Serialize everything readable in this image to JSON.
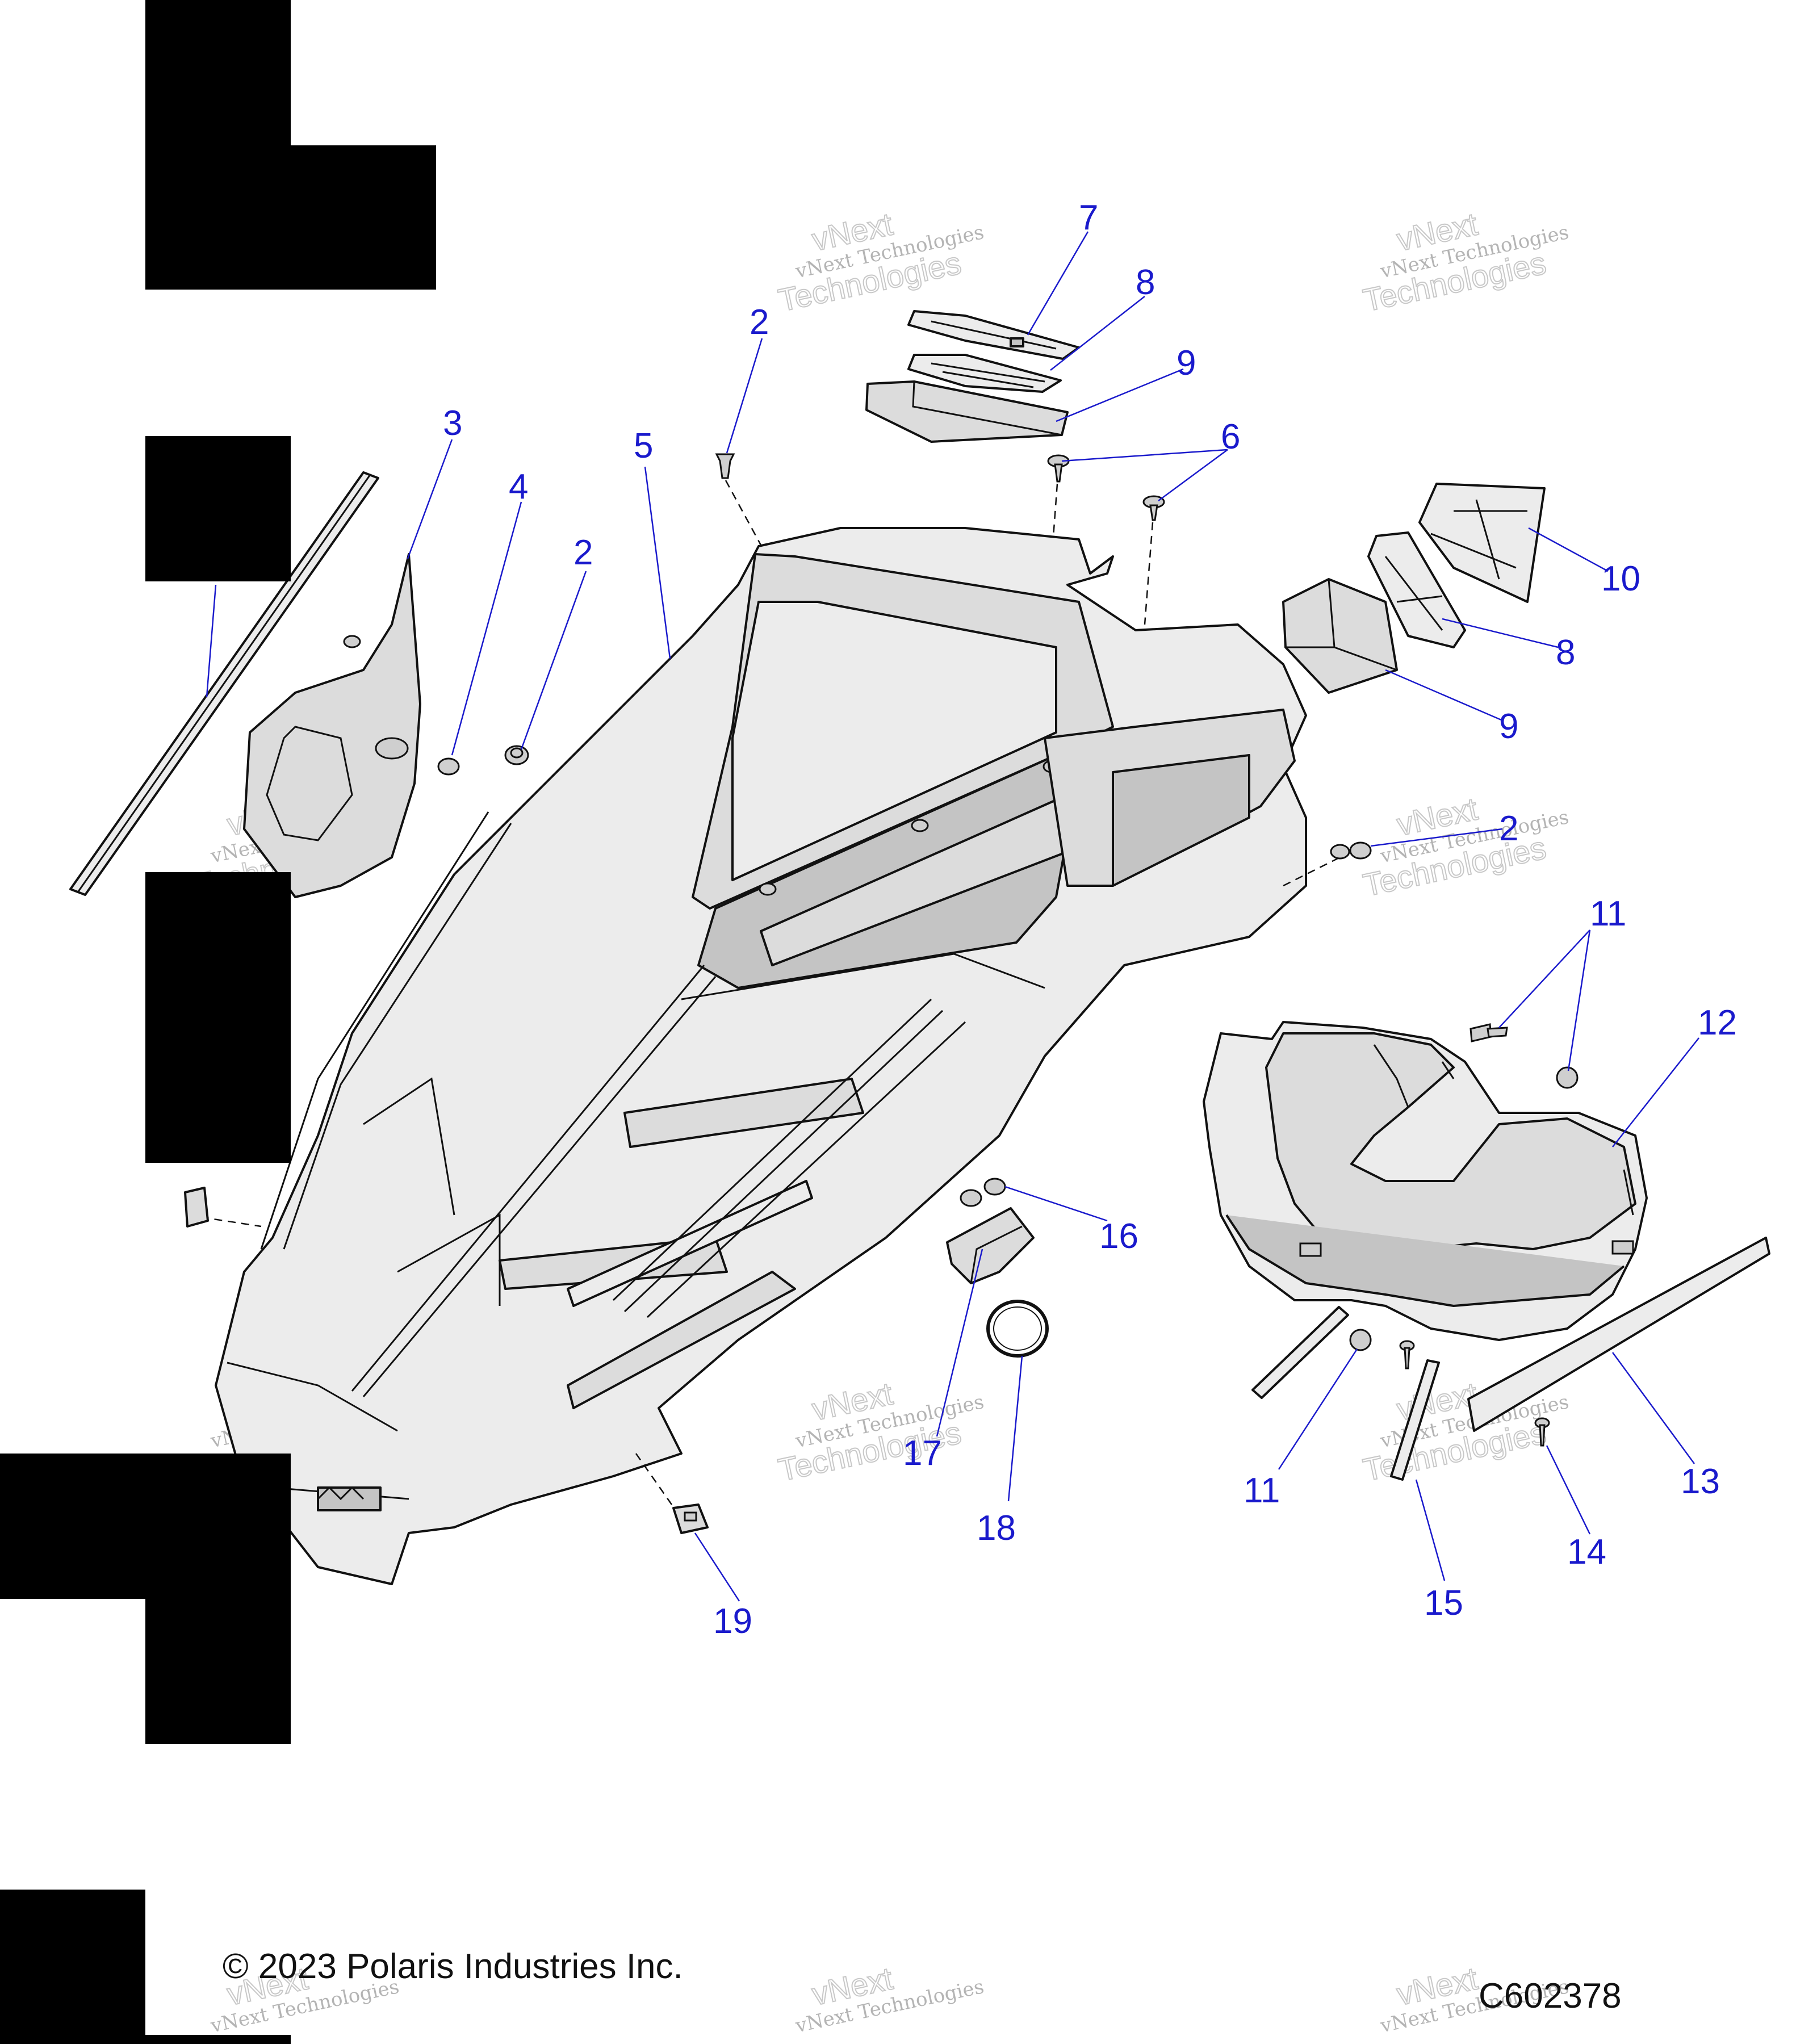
{
  "diagram": {
    "footer": {
      "copyright": "© 2023 Polaris Industries Inc.",
      "drawing_id": "C602378"
    },
    "watermark": {
      "line1": "vNext Technologies",
      "line2": "vNext",
      "line3": "Technologies"
    },
    "callouts": [
      {
        "id": "c7",
        "label": "7"
      },
      {
        "id": "c8a",
        "label": "8"
      },
      {
        "id": "c9a",
        "label": "9"
      },
      {
        "id": "c6",
        "label": "6"
      },
      {
        "id": "c2a",
        "label": "2"
      },
      {
        "id": "c3",
        "label": "3"
      },
      {
        "id": "c4",
        "label": "4"
      },
      {
        "id": "c5",
        "label": "5"
      },
      {
        "id": "c2b",
        "label": "2"
      },
      {
        "id": "c10",
        "label": "10"
      },
      {
        "id": "c8b",
        "label": "8"
      },
      {
        "id": "c9b",
        "label": "9"
      },
      {
        "id": "c2c",
        "label": "2"
      },
      {
        "id": "c11a",
        "label": "11"
      },
      {
        "id": "c12",
        "label": "12"
      },
      {
        "id": "c16",
        "label": "16"
      },
      {
        "id": "c17",
        "label": "17"
      },
      {
        "id": "c18",
        "label": "18"
      },
      {
        "id": "c11b",
        "label": "11"
      },
      {
        "id": "c13",
        "label": "13"
      },
      {
        "id": "c14",
        "label": "14"
      },
      {
        "id": "c15",
        "label": "15"
      },
      {
        "id": "c19",
        "label": "19"
      }
    ]
  }
}
